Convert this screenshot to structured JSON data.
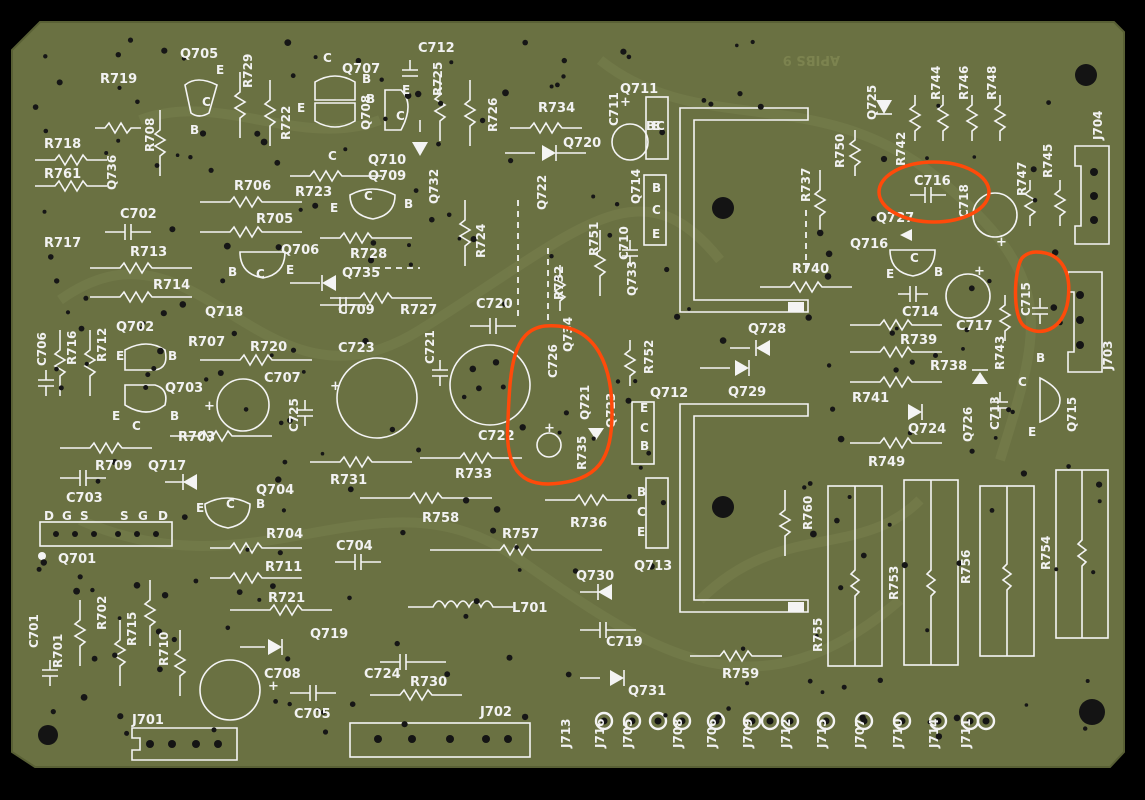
{
  "board": {
    "background": "#000000",
    "pcb_color": "#6a7142",
    "silk_color": "#f4f4f4",
    "markup_color": "#ff4a0a",
    "faint_text": "APIBS 9"
  },
  "resistors": [
    "R701",
    "R702",
    "R703",
    "R704",
    "R705",
    "R706",
    "R707",
    "R708",
    "R709",
    "R710",
    "R711",
    "R712",
    "R713",
    "R714",
    "R715",
    "R716",
    "R717",
    "R718",
    "R719",
    "R720",
    "R721",
    "R722",
    "R723",
    "R724",
    "R725",
    "R726",
    "R727",
    "R728",
    "R729",
    "R730",
    "R731",
    "R732",
    "R733",
    "R734",
    "R735",
    "R736",
    "R737",
    "R738",
    "R739",
    "R740",
    "R741",
    "R742",
    "R743",
    "R744",
    "R745",
    "R746",
    "R747",
    "R748",
    "R749",
    "R750",
    "R751",
    "R752",
    "R753",
    "R754",
    "R755",
    "R756",
    "R757",
    "R758",
    "R759",
    "R760",
    "R761"
  ],
  "capacitors": [
    "C701",
    "C702",
    "C703",
    "C704",
    "C705",
    "C706",
    "C707",
    "C708",
    "C709",
    "C710",
    "C711",
    "C712",
    "C713",
    "C714",
    "C715",
    "C716",
    "C717",
    "C718",
    "C719",
    "C720",
    "C721",
    "C722",
    "C723",
    "C724",
    "C725",
    "C726"
  ],
  "transistors": [
    "Q701",
    "Q702",
    "Q703",
    "Q704",
    "Q705",
    "Q706",
    "Q707",
    "Q708",
    "Q709",
    "Q710",
    "Q711",
    "Q712",
    "Q713",
    "Q714",
    "Q715",
    "Q716",
    "Q717",
    "Q718",
    "Q719",
    "Q720",
    "Q721",
    "Q722",
    "Q723",
    "Q724",
    "Q725",
    "Q726",
    "Q727",
    "Q728",
    "Q729",
    "Q730",
    "Q731",
    "Q732",
    "Q733",
    "Q734",
    "Q735",
    "Q736"
  ],
  "connectors": [
    "J701",
    "J702",
    "J703",
    "J704",
    "J705",
    "J706",
    "J707",
    "J708",
    "J709",
    "J710",
    "J711",
    "J712",
    "J713",
    "J714",
    "J715",
    "J716"
  ],
  "inductors": [
    "L701"
  ],
  "pins": {
    "E": "E",
    "B": "B",
    "C": "C",
    "D": "D",
    "G": "G",
    "S": "S",
    "plus": "+"
  }
}
